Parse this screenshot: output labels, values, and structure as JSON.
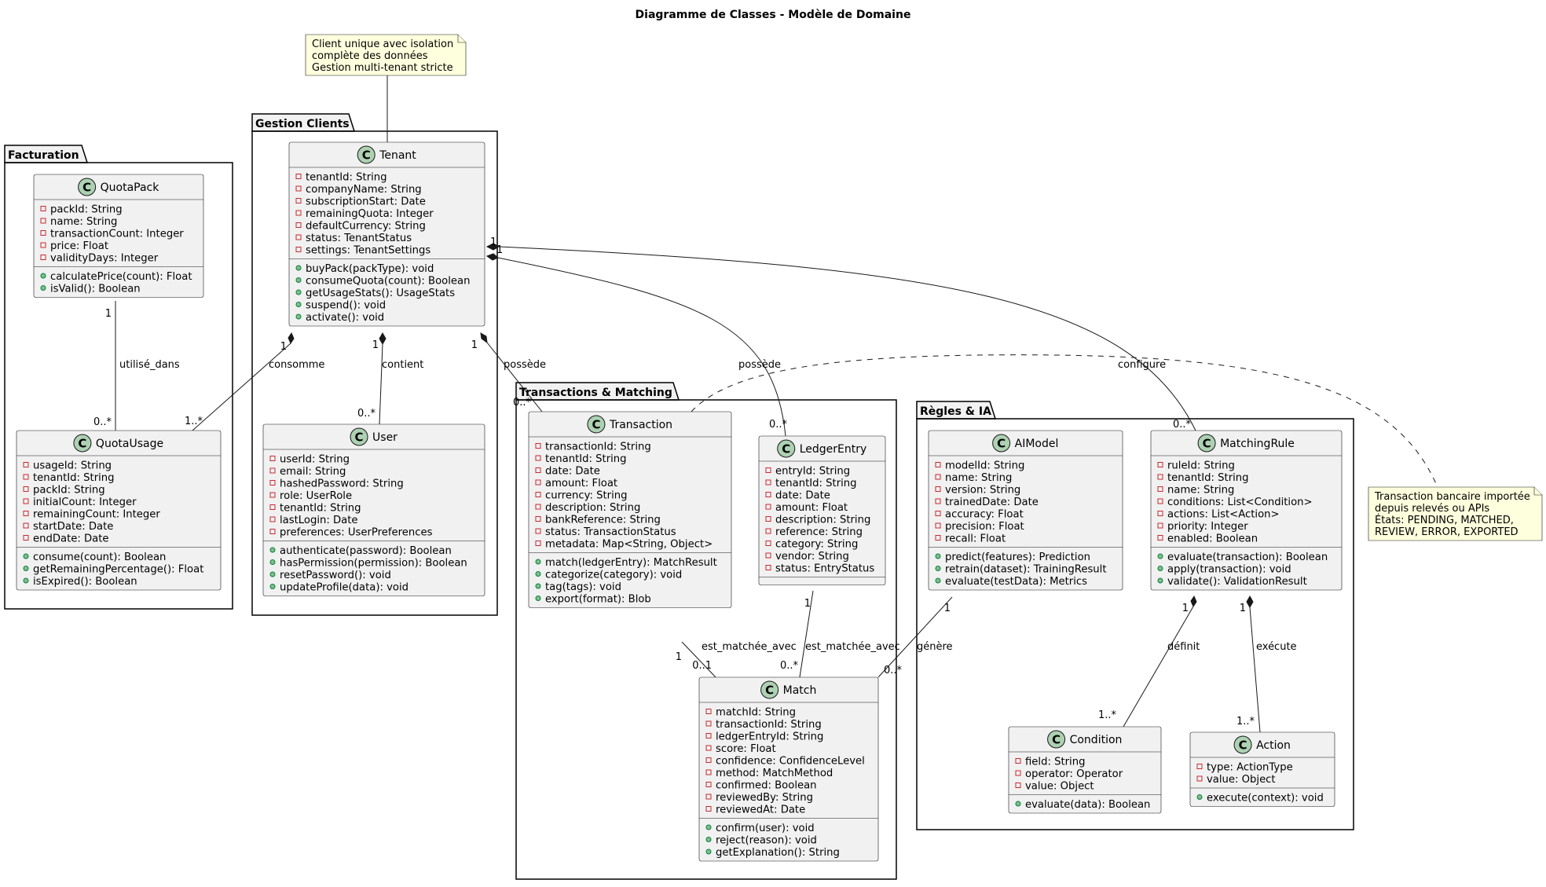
{
  "diagram": {
    "title": "Diagramme de Classes - Modèle de Domaine",
    "packages": [
      {
        "id": "facturation",
        "label": "Facturation"
      },
      {
        "id": "gestion",
        "label": "Gestion Clients"
      },
      {
        "id": "transactions",
        "label": "Transactions & Matching"
      },
      {
        "id": "regles",
        "label": "Règles & IA"
      }
    ],
    "classes": [
      {
        "id": "QuotaPack",
        "name": "QuotaPack",
        "attributes": [
          "packId: String",
          "name: String",
          "transactionCount: Integer",
          "price: Float",
          "validityDays: Integer"
        ],
        "methods": [
          "calculatePrice(count): Float",
          "isValid(): Boolean"
        ]
      },
      {
        "id": "QuotaUsage",
        "name": "QuotaUsage",
        "attributes": [
          "usageId: String",
          "tenantId: String",
          "packId: String",
          "initialCount: Integer",
          "remainingCount: Integer",
          "startDate: Date",
          "endDate: Date"
        ],
        "methods": [
          "consume(count): Boolean",
          "getRemainingPercentage(): Float",
          "isExpired(): Boolean"
        ]
      },
      {
        "id": "Tenant",
        "name": "Tenant",
        "attributes": [
          "tenantId: String",
          "companyName: String",
          "subscriptionStart: Date",
          "remainingQuota: Integer",
          "defaultCurrency: String",
          "status: TenantStatus",
          "settings: TenantSettings"
        ],
        "methods": [
          "buyPack(packType): void",
          "consumeQuota(count): Boolean",
          "getUsageStats(): UsageStats",
          "suspend(): void",
          "activate(): void"
        ]
      },
      {
        "id": "User",
        "name": "User",
        "attributes": [
          "userId: String",
          "email: String",
          "hashedPassword: String",
          "role: UserRole",
          "tenantId: String",
          "lastLogin: Date",
          "preferences: UserPreferences"
        ],
        "methods": [
          "authenticate(password): Boolean",
          "hasPermission(permission): Boolean",
          "resetPassword(): void",
          "updateProfile(data): void"
        ]
      },
      {
        "id": "Transaction",
        "name": "Transaction",
        "attributes": [
          "transactionId: String",
          "tenantId: String",
          "date: Date",
          "amount: Float",
          "currency: String",
          "description: String",
          "bankReference: String",
          "status: TransactionStatus",
          "metadata: Map<String, Object>"
        ],
        "methods": [
          "match(ledgerEntry): MatchResult",
          "categorize(category): void",
          "tag(tags): void",
          "export(format): Blob"
        ]
      },
      {
        "id": "LedgerEntry",
        "name": "LedgerEntry",
        "attributes": [
          "entryId: String",
          "tenantId: String",
          "date: Date",
          "amount: Float",
          "description: String",
          "reference: String",
          "category: String",
          "vendor: String",
          "status: EntryStatus"
        ],
        "methods": []
      },
      {
        "id": "Match",
        "name": "Match",
        "attributes": [
          "matchId: String",
          "transactionId: String",
          "ledgerEntryId: String",
          "score: Float",
          "confidence: ConfidenceLevel",
          "method: MatchMethod",
          "confirmed: Boolean",
          "reviewedBy: String",
          "reviewedAt: Date"
        ],
        "methods": [
          "confirm(user): void",
          "reject(reason): void",
          "getExplanation(): String"
        ]
      },
      {
        "id": "AIModel",
        "name": "AIModel",
        "attributes": [
          "modelId: String",
          "name: String",
          "version: String",
          "trainedDate: Date",
          "accuracy: Float",
          "precision: Float",
          "recall: Float"
        ],
        "methods": [
          "predict(features): Prediction",
          "retrain(dataset): TrainingResult",
          "evaluate(testData): Metrics"
        ]
      },
      {
        "id": "MatchingRule",
        "name": "MatchingRule",
        "attributes": [
          "ruleId: String",
          "tenantId: String",
          "name: String",
          "conditions: List<Condition>",
          "actions: List<Action>",
          "priority: Integer",
          "enabled: Boolean"
        ],
        "methods": [
          "evaluate(transaction): Boolean",
          "apply(transaction): void",
          "validate(): ValidationResult"
        ]
      },
      {
        "id": "Condition",
        "name": "Condition",
        "attributes": [
          "field: String",
          "operator: Operator",
          "value: Object"
        ],
        "methods": [
          "evaluate(data): Boolean"
        ]
      },
      {
        "id": "Action",
        "name": "Action",
        "attributes": [
          "type: ActionType",
          "value: Object"
        ],
        "methods": [
          "execute(context): void"
        ]
      }
    ],
    "relations": [
      {
        "id": "r1",
        "label": "utilisé_dans",
        "from_mult": "1",
        "to_mult": "0..*"
      },
      {
        "id": "r2",
        "label": "consomme",
        "from_mult": "1",
        "to_mult": "1..*"
      },
      {
        "id": "r3",
        "label": "contient",
        "from_mult": "1",
        "to_mult": "0..*"
      },
      {
        "id": "r4",
        "label": "possède",
        "from_mult": "1",
        "to_mult": "0..*"
      },
      {
        "id": "r5",
        "label": "possède",
        "from_mult": "1",
        "to_mult": "0..*"
      },
      {
        "id": "r6",
        "label": "configure",
        "from_mult": "1",
        "to_mult": "0..*"
      },
      {
        "id": "r7",
        "label": "est_matchée_avec",
        "from_mult": "1",
        "to_mult": "0..1"
      },
      {
        "id": "r8",
        "label": "est_matchée_avec",
        "from_mult": "1",
        "to_mult": "0..*"
      },
      {
        "id": "r9",
        "label": "génère",
        "from_mult": "1",
        "to_mult": "0..*"
      },
      {
        "id": "r10",
        "label": "définit",
        "from_mult": "1",
        "to_mult": "1..*"
      },
      {
        "id": "r11",
        "label": "exécute",
        "from_mult": "1",
        "to_mult": "1..*"
      }
    ],
    "notes": [
      {
        "id": "tenant_note",
        "lines": [
          "Client unique avec isolation",
          "complète des données",
          "Gestion multi-tenant stricte"
        ]
      },
      {
        "id": "transaction_note",
        "lines": [
          "Transaction bancaire importée",
          "depuis relevés ou APIs",
          "États: PENDING, MATCHED,",
          "REVIEW, ERROR, EXPORTED"
        ]
      }
    ]
  }
}
